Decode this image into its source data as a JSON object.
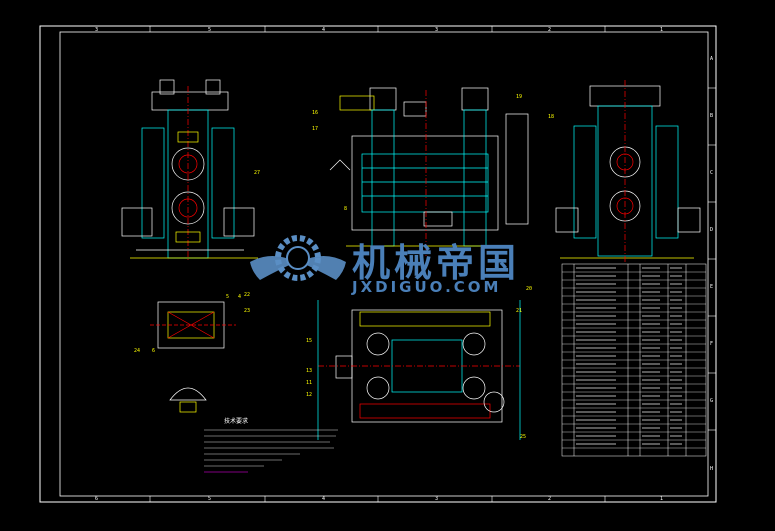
{
  "colors": {
    "background": "#000000",
    "frame": "#ffffff",
    "outline": "#00ffff",
    "accent_red": "#ff0000",
    "accent_yellow": "#ffff00",
    "accent_green": "#00ff00",
    "accent_magenta": "#ff00ff",
    "watermark_blue": "#4a7fb8"
  },
  "border": {
    "top_numbers": [
      "3",
      "5",
      "4",
      "3",
      "2",
      "1"
    ],
    "bottom_numbers": [
      "6",
      "5",
      "4",
      "3",
      "2",
      "1"
    ],
    "right_letters": [
      "A",
      "B",
      "C",
      "D",
      "E",
      "F",
      "G",
      "H"
    ]
  },
  "watermark": {
    "title": "机械帝国",
    "subtitle": "JXDIGUO.COM"
  },
  "notes": {
    "heading": "技术要求"
  },
  "callouts": [
    "16",
    "17",
    "19",
    "18",
    "27",
    "8",
    "22",
    "23",
    "4",
    "5",
    "20",
    "21",
    "15",
    "13",
    "11",
    "12",
    "25",
    "6",
    "24"
  ]
}
